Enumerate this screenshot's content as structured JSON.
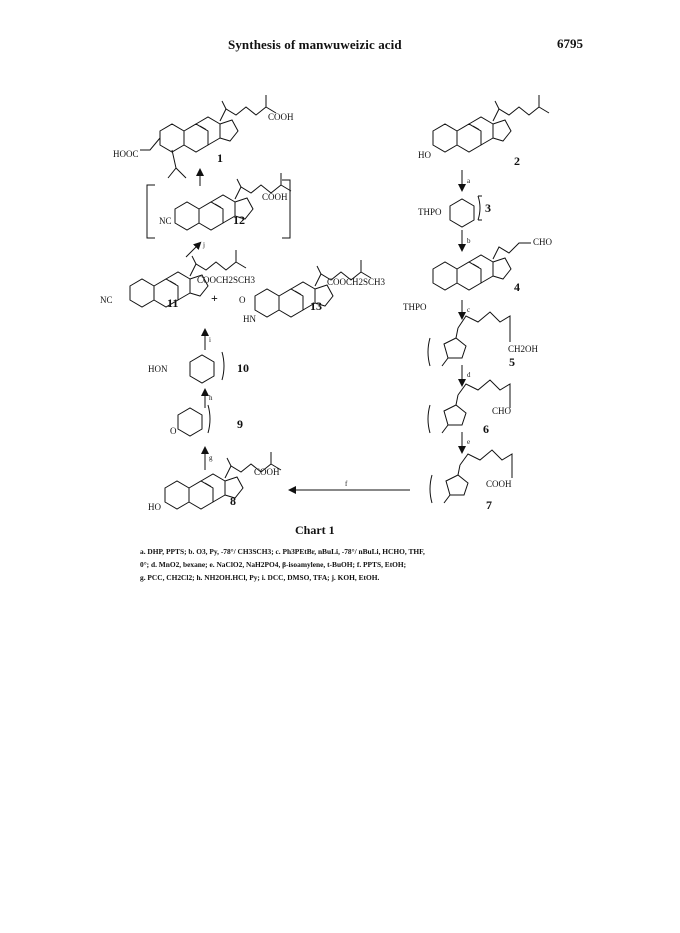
{
  "header": {
    "title": "Synthesis of manwuweizic acid",
    "page_number": "6795"
  },
  "compounds": {
    "c1": {
      "number": "1",
      "groups": [
        "COOH",
        "HOOC"
      ]
    },
    "c2": {
      "number": "2",
      "groups": [
        "HO"
      ]
    },
    "c3": {
      "number": "3",
      "groups": [
        "THPO"
      ]
    },
    "c4": {
      "number": "4",
      "groups": [
        "CHO",
        "THPO"
      ]
    },
    "c5": {
      "number": "5",
      "groups": [
        "CH2OH"
      ]
    },
    "c6": {
      "number": "6",
      "groups": [
        "CHO"
      ]
    },
    "c7": {
      "number": "7",
      "groups": [
        "COOH"
      ]
    },
    "c8": {
      "number": "8",
      "groups": [
        "COOH",
        "HO"
      ]
    },
    "c9": {
      "number": "9",
      "groups": [
        "O"
      ]
    },
    "c10": {
      "number": "10",
      "groups": [
        "HON"
      ]
    },
    "c11": {
      "number": "11",
      "groups": [
        "COOCH2SCH3",
        "NC"
      ]
    },
    "c12": {
      "number": "12",
      "groups": [
        "COOH",
        "NC"
      ]
    },
    "c13": {
      "number": "13",
      "groups": [
        "COOCH2SCH3",
        "O",
        "HN"
      ]
    }
  },
  "plus_sign": "+",
  "step_labels": [
    "a",
    "b",
    "c",
    "d",
    "e",
    "f",
    "g",
    "h",
    "i",
    "j"
  ],
  "caption": "Chart 1",
  "conditions": [
    "a. DHP, PPTS; b. O3, Py, -78°/ CH3SCH3; c. Ph3PEtBr, nBuLi, -78°/ nBuLi, HCHO, THF,",
    "0°; d. MnO2, bexane; e. NaClO2, NaH2PO4, β-isoamylene, t-BuOH; f. PPTS, EtOH;",
    "g. PCC, CH2Cl2; h. NH2OH.HCl, Py; i. DCC, DMSO, TFA; j. KOH, EtOH."
  ]
}
